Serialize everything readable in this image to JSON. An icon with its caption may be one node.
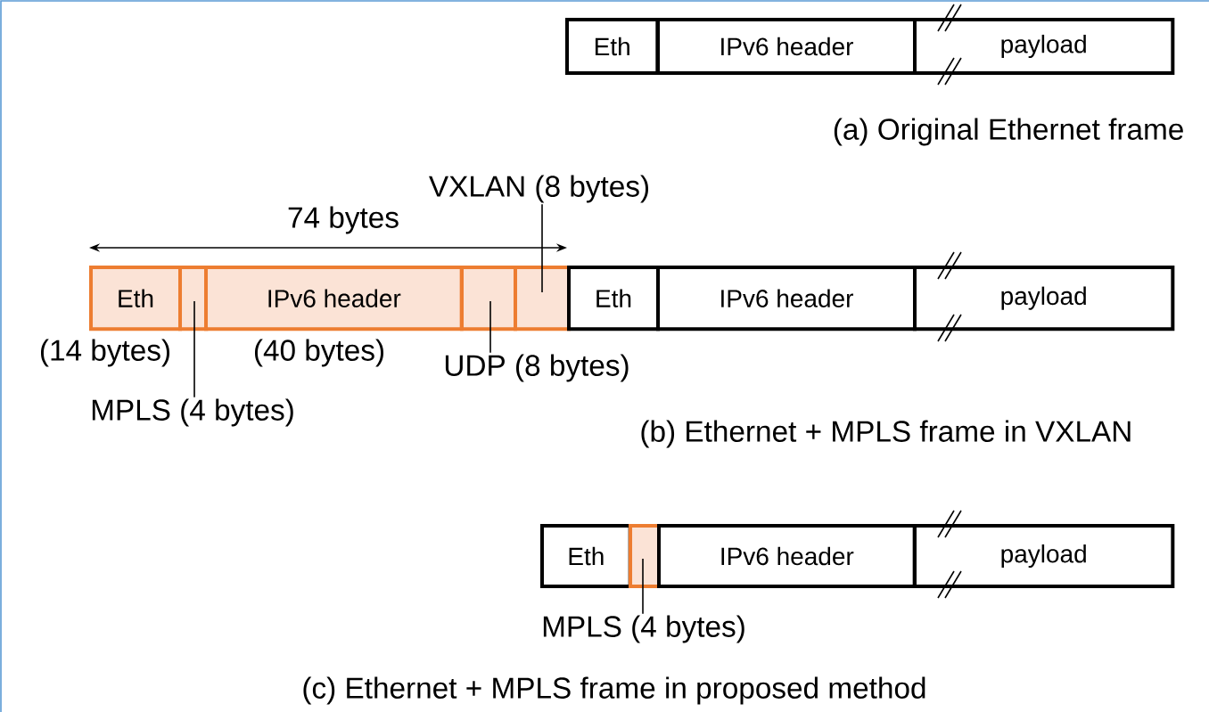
{
  "diagram": {
    "nodes": [
      {
        "text": [
          "Eth"
        ]
      },
      {
        "text": [
          "IPv6 header"
        ]
      },
      {
        "text": [
          "payload"
        ]
      },
      {
        "text": [
          "Eth"
        ],
        "beside": [
          "(14 bytes)"
        ]
      },
      {
        "text": [],
        "shape": "box"
      },
      {
        "text": [
          "IPv6 header"
        ],
        "beside": [
          "(40 bytes)"
        ]
      },
      {
        "text": [],
        "shape": "box"
      },
      {
        "text": [],
        "shape": "box"
      },
      {
        "text": [
          "Eth"
        ]
      },
      {
        "text": [
          "IPv6 header"
        ]
      },
      {
        "text": [
          "payload"
        ]
      },
      {
        "text": [
          "VXLAN (8 bytes)"
        ]
      },
      {
        "text": [
          "UDP (8 bytes)"
        ]
      },
      {
        "text": [
          "MPLS (4 bytes)"
        ]
      },
      {
        "text": [
          "Eth"
        ]
      },
      {
        "text": [],
        "shape": "box"
      },
      {
        "text": [
          "IPv6 header"
        ]
      },
      {
        "text": [
          "payload"
        ]
      },
      {
        "text": [
          "MPLS (4 bytes)"
        ]
      }
    ],
    "edges": [
      {
        "from": 11,
        "to": 7,
        "arrow": "none"
      },
      {
        "from": 12,
        "to": 6,
        "arrow": "none"
      },
      {
        "from": 13,
        "to": 4,
        "arrow": "none"
      },
      {
        "from": 18,
        "to": 15,
        "arrow": "none"
      }
    ],
    "labels": [
      "(a) Original Ethernet frame",
      "74 bytes",
      "(b) Ethernet + MPLS frame in VXLAN",
      "(c) Ethernet + MPLS frame in proposed method"
    ]
  }
}
